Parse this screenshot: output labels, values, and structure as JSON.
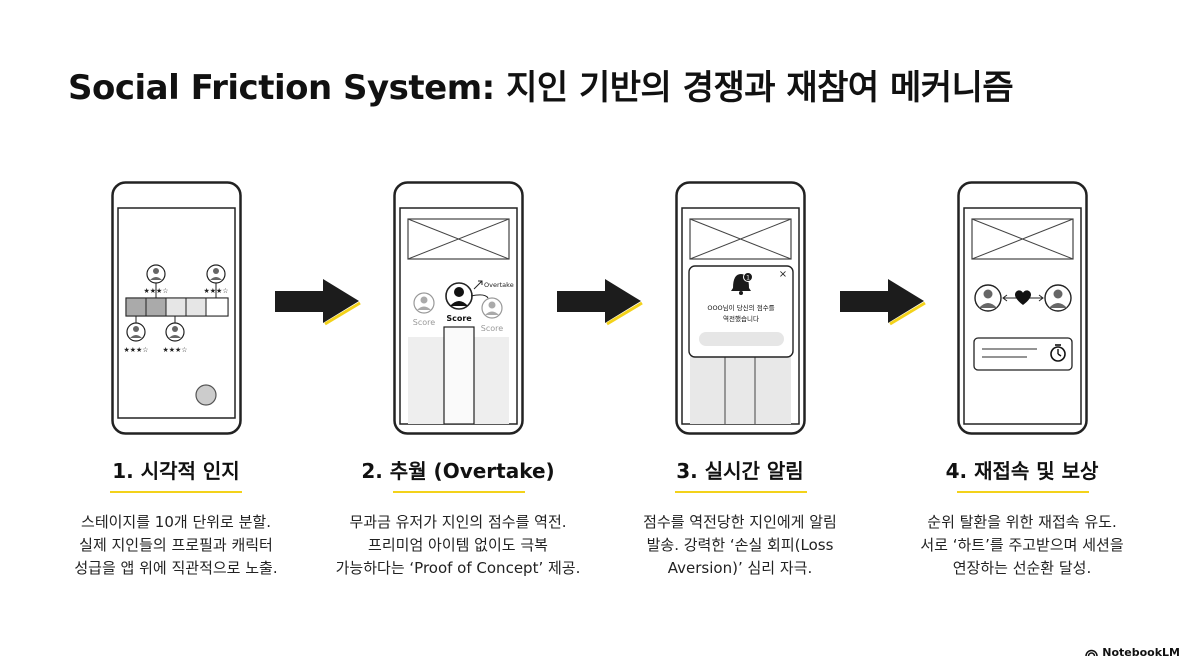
{
  "title": "Social Friction System: 지인 기반의 경쟁과 재참여 메커니즘",
  "steps": [
    {
      "title": "1. 시각적 인지",
      "desc": [
        "스테이지를 10개 단위로 분할.",
        "실제 지인들의 프로필과 캐릭터",
        "성급을 앱 위에 직관적으로 노출."
      ],
      "phone": {
        "stars": [
          "★★★☆",
          "★★★☆",
          "★★★☆",
          "★★★☆"
        ]
      }
    },
    {
      "title": "2. 추월 (Overtake)",
      "desc": [
        "무과금 유저가 지인의 점수를 역전.",
        "프리미엄 아이템 없이도 극복",
        "가능하다는 ‘Proof of Concept’ 제공."
      ],
      "phone": {
        "score_label": "Score",
        "overtake_label": "Overtake"
      }
    },
    {
      "title": "3. 실시간 알림",
      "desc": [
        "점수를 역전당한 지인에게 알림",
        "발송. 강력한 ‘손실 회피(Loss",
        "Aversion)’ 심리 자극."
      ],
      "phone": {
        "badge": "1",
        "close": "×",
        "notice_line1": "OOO님이 당신의 점수를",
        "notice_line2": "역전했습니다"
      }
    },
    {
      "title": "4. 재접속 및 보상",
      "desc": [
        "순위 탈환을 위한 재접속 유도.",
        "서로 ‘하트’를 주고받으며 세션을",
        "연장하는 선순환 달성."
      ],
      "phone": {}
    }
  ],
  "brand": "NotebookLM",
  "colors": {
    "accent": "#f3d21a",
    "ink": "#111111",
    "arrow": "#1c1c1c"
  }
}
